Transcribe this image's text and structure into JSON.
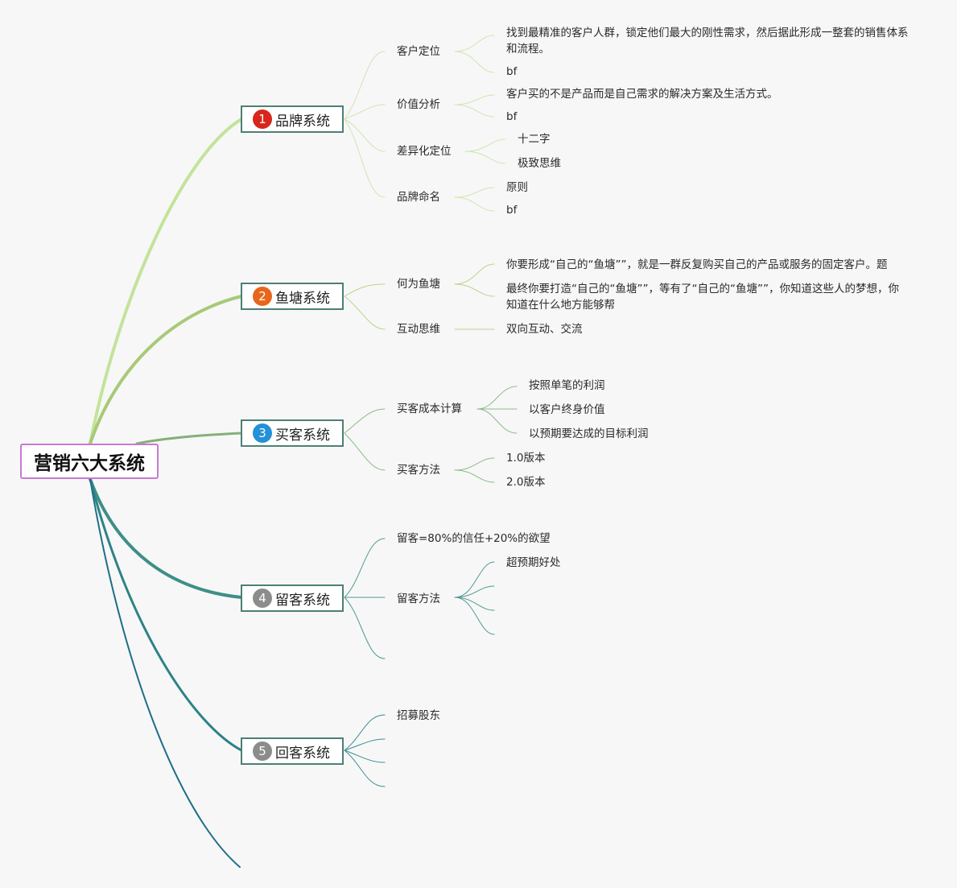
{
  "root": {
    "label": "营销六大系统",
    "border_color": "#c77ad1"
  },
  "systems": [
    {
      "num": "1",
      "label": "品牌系统",
      "badge_color": "#d9261c"
    },
    {
      "num": "2",
      "label": "鱼塘系统",
      "badge_color": "#e8661c"
    },
    {
      "num": "3",
      "label": "买客系统",
      "badge_color": "#2390d8"
    },
    {
      "num": "4",
      "label": "留客系统",
      "badge_color": "#8c8c8c"
    },
    {
      "num": "5",
      "label": "回客系统",
      "badge_color": "#8c8c8c"
    }
  ],
  "brand": {
    "customer_positioning": {
      "label": "客户定位",
      "items": [
        "找到最精准的客户人群，锁定他们最大的刚性需求，然后据此形成一整套的销售体系和流程。",
        "bf"
      ]
    },
    "value_analysis": {
      "label": "价值分析",
      "items": [
        "客户买的不是产品而是自己需求的解决方案及生活方式。",
        "bf"
      ]
    },
    "differentiation": {
      "label": "差异化定位",
      "items": [
        "十二字",
        "极致思维"
      ]
    },
    "naming": {
      "label": "品牌命名",
      "items": [
        "原则",
        "bf"
      ]
    }
  },
  "pond": {
    "what_is_pond": {
      "label": "何为鱼塘",
      "items": [
        "你要形成“自己的“鱼塘””，就是一群反复购买自己的产品或服务的固定客户。题",
        "最终你要打造“自己的“鱼塘””，等有了“自己的“鱼塘””，你知道这些人的梦想，你知道在什么地方能够帮"
      ]
    },
    "interaction": {
      "label": "互动思维",
      "items": [
        "双向互动、交流"
      ]
    }
  },
  "acquire": {
    "cost": {
      "label": "买客成本计算",
      "items": [
        "按照单笔的利润",
        "以客户终身价值",
        "以预期要达成的目标利润"
      ]
    },
    "method": {
      "label": "买客方法",
      "items": [
        "1.0版本",
        "2.0版本"
      ]
    }
  },
  "retain": {
    "formula": "留客=80%的信任+20%的欲望",
    "method": {
      "label": "留客方法",
      "items": [
        "超预期好处"
      ]
    }
  },
  "return": {
    "items": [
      "招募股东"
    ]
  }
}
